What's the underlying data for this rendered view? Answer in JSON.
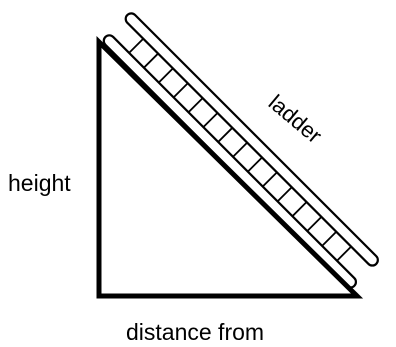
{
  "labels": {
    "height": "height",
    "ladder": "ladder",
    "distance": "distance from"
  },
  "colors": {
    "ink": "#000000",
    "rail_fill": "#ffffff",
    "background": "#ffffff"
  },
  "icons": {
    "ladder": "ladder-icon",
    "triangle": "right-triangle-icon"
  }
}
